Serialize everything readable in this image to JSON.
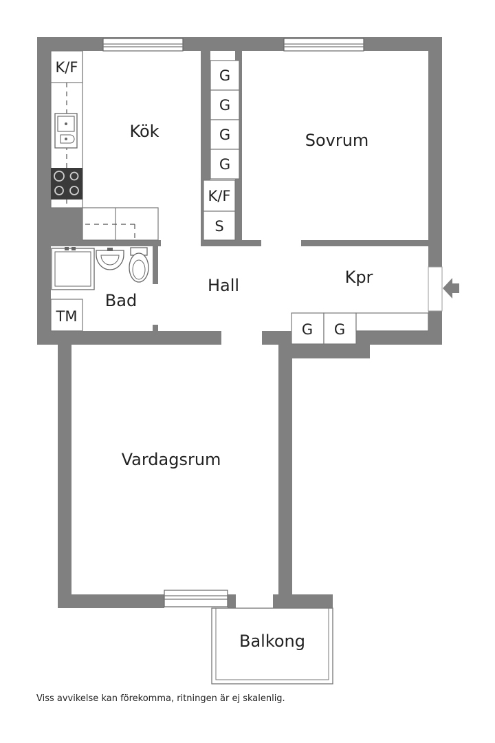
{
  "rooms": {
    "kok": "Kök",
    "sovrum": "Sovrum",
    "hall": "Hall",
    "kpr": "Kpr",
    "bad": "Bad",
    "vardagsrum": "Vardagsrum",
    "balkong": "Balkong"
  },
  "fixtures": {
    "kitchen_kf": "K/F",
    "closet_g1": "G",
    "closet_g2": "G",
    "closet_g3": "G",
    "closet_g4": "G",
    "hall_kf": "K/F",
    "hall_s": "S",
    "tm": "TM",
    "kpr_g1": "G",
    "kpr_g2": "G"
  },
  "icons": {
    "entrance": "entrance-arrow-icon",
    "sink": "kitchen-sink-icon",
    "stove": "stove-icon",
    "shower": "shower-icon",
    "basin": "washbasin-icon",
    "toilet": "toilet-icon"
  },
  "colors": {
    "wall": "#808080",
    "stove": "#3a3a3a"
  },
  "disclaimer": "Viss avvikelse kan förekomma, ritningen är ej skalenlig."
}
